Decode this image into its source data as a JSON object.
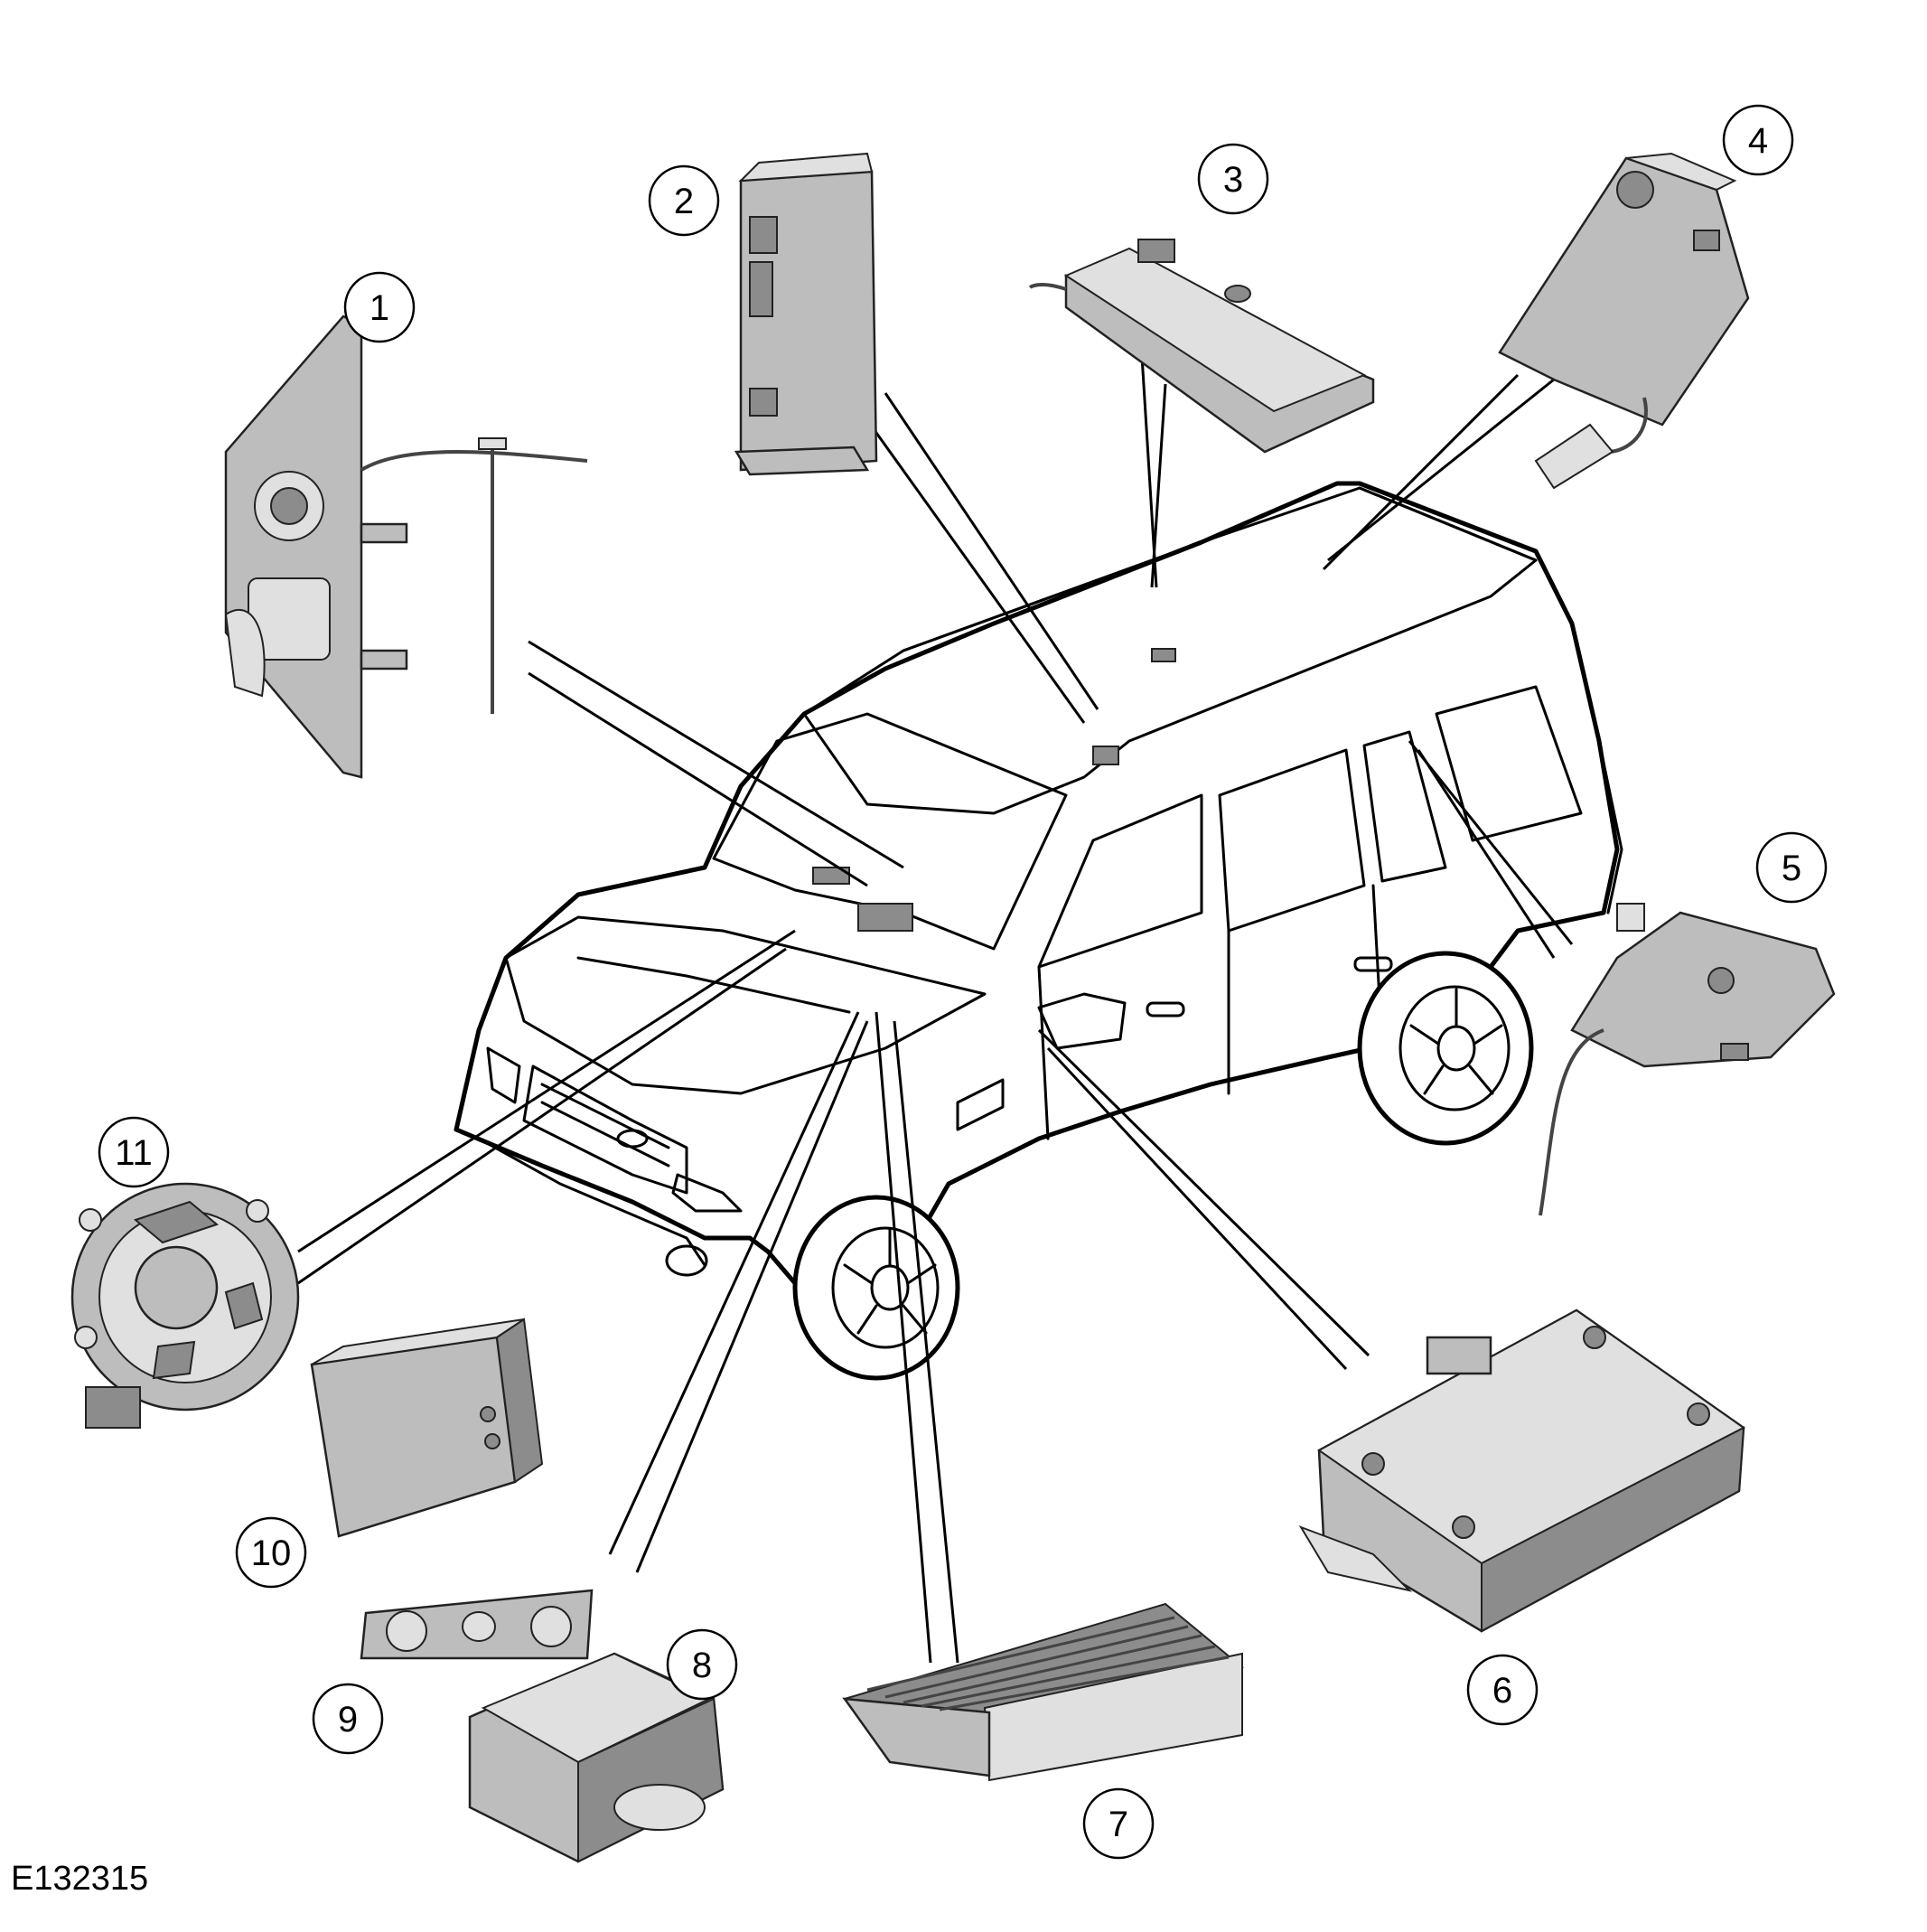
{
  "figure_code": "E132315",
  "callouts": [
    {
      "id": "1",
      "label": "1"
    },
    {
      "id": "2",
      "label": "2"
    },
    {
      "id": "3",
      "label": "3"
    },
    {
      "id": "4",
      "label": "4"
    },
    {
      "id": "5",
      "label": "5"
    },
    {
      "id": "6",
      "label": "6"
    },
    {
      "id": "7",
      "label": "7"
    },
    {
      "id": "8",
      "label": "8"
    },
    {
      "id": "9",
      "label": "9"
    },
    {
      "id": "10",
      "label": "10"
    },
    {
      "id": "11",
      "label": "11"
    }
  ],
  "colors": {
    "component_fill": "#bdbdbd",
    "outline": "#000000",
    "background": "#ffffff"
  }
}
